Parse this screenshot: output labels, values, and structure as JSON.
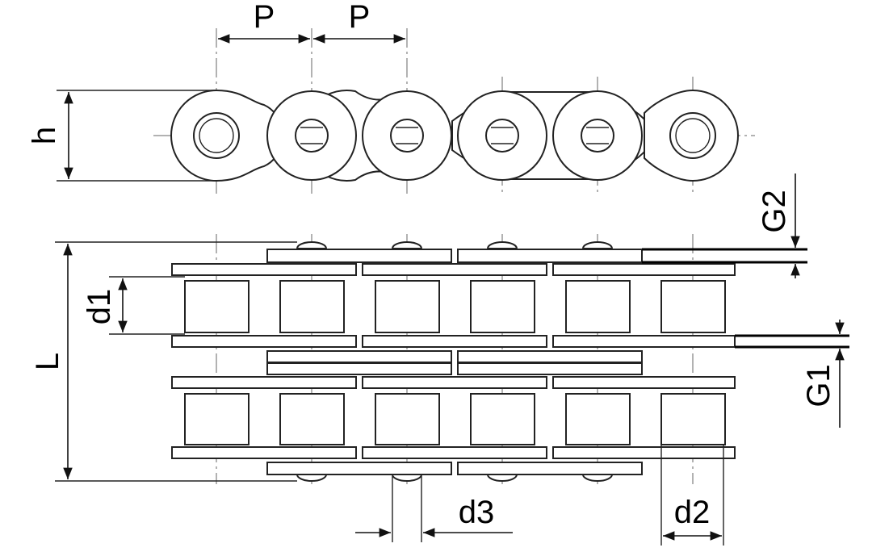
{
  "diagram": {
    "labels": {
      "pitch_left": "P",
      "pitch_right": "P",
      "height": "h",
      "roller_diameter": "d1",
      "length": "L",
      "g2": "G2",
      "g1": "G1",
      "pin_diameter": "d3",
      "roller_width": "d2"
    },
    "colors": {
      "line": "#222222",
      "background": "#ffffff"
    }
  }
}
